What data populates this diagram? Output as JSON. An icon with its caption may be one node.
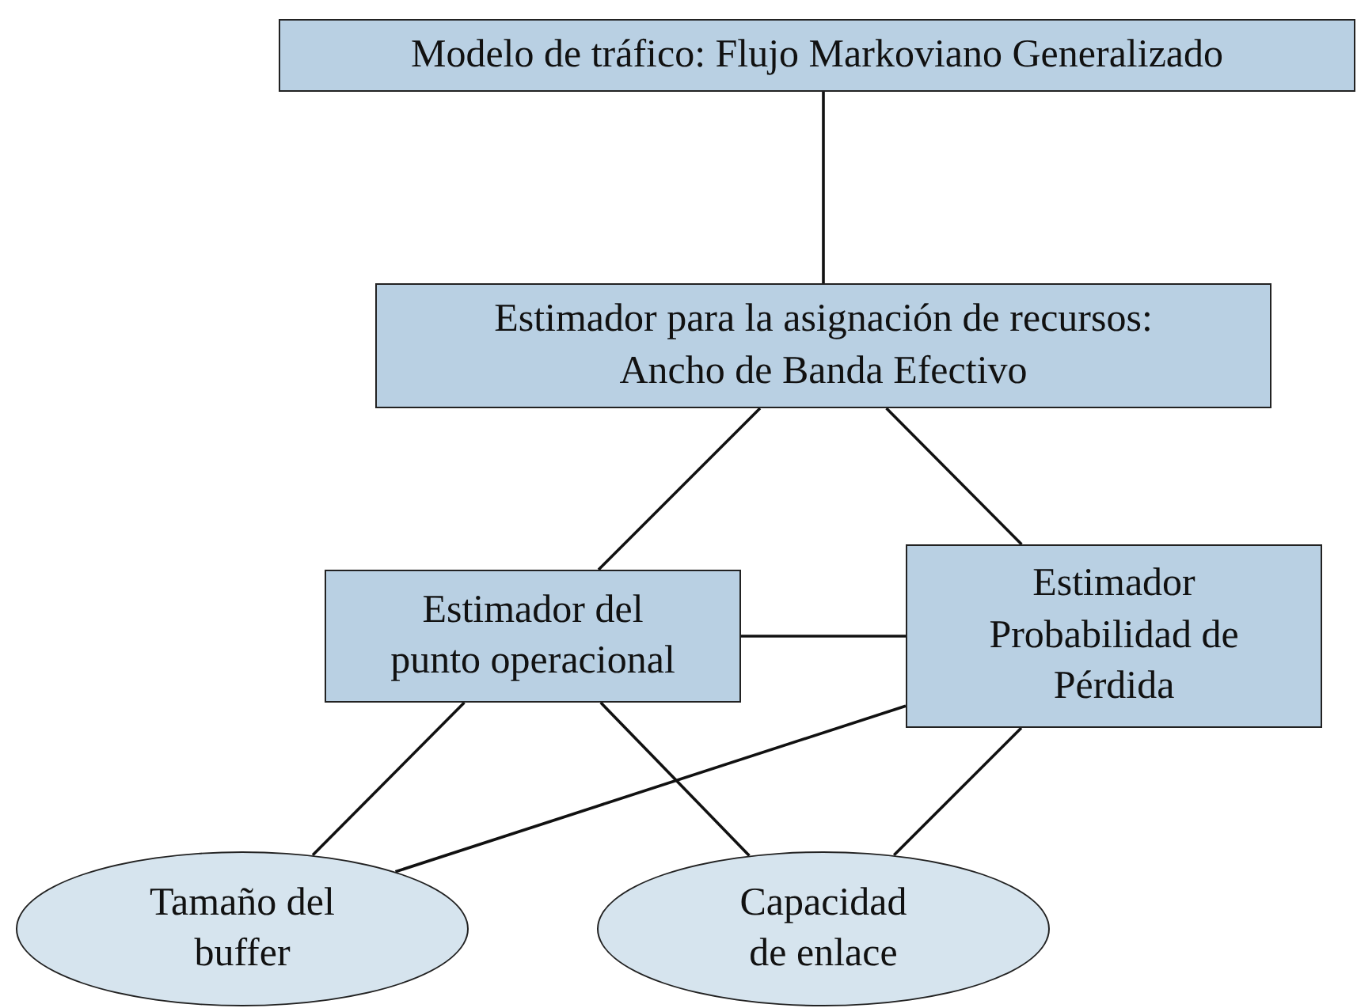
{
  "diagram": {
    "nodes": [
      {
        "text": [
          "Modelo de tráfico: Flujo Markoviano Generalizado"
        ]
      },
      {
        "text": [
          "Estimador para la asignación de recursos: Ancho de Banda Efectivo"
        ]
      },
      {
        "text": [
          "Estimador del punto operacional"
        ]
      },
      {
        "text": [
          "Estimador Probabilidad de Pérdida"
        ]
      },
      {
        "text": [
          "Tamaño del buffer"
        ]
      },
      {
        "text": [
          "Capacidad de enlace"
        ]
      }
    ],
    "edges": [
      {
        "from": 0,
        "to": 1,
        "arrow": "none"
      },
      {
        "from": 1,
        "to": 2,
        "arrow": "none"
      },
      {
        "from": 1,
        "to": 3,
        "arrow": "none"
      },
      {
        "from": 2,
        "to": 3,
        "arrow": "none"
      },
      {
        "from": 2,
        "to": 4,
        "arrow": "none"
      },
      {
        "from": 2,
        "to": 5,
        "arrow": "none"
      },
      {
        "from": 3,
        "to": 4,
        "arrow": "none"
      },
      {
        "from": 3,
        "to": 5,
        "arrow": "none"
      }
    ]
  }
}
